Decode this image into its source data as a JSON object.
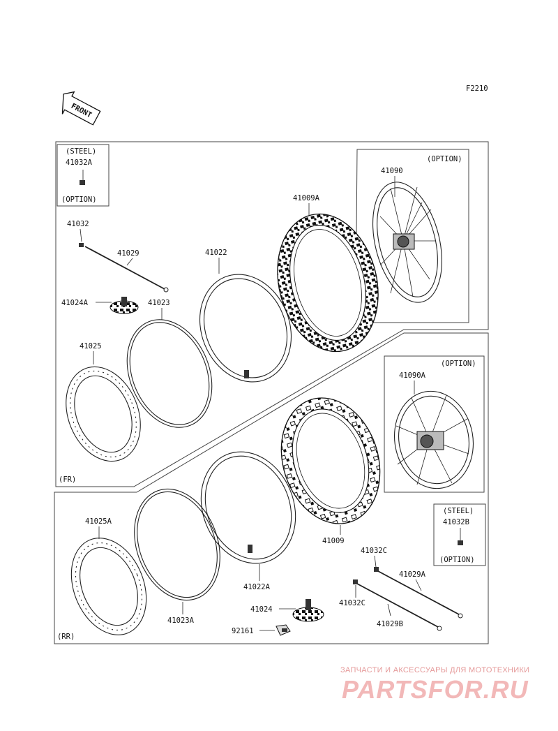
{
  "figure_code": "F2210",
  "front_label": "FRONT",
  "colors": {
    "line": "#222222",
    "watermark": "#e59a9a",
    "background": "#ffffff"
  },
  "notes": {
    "steel": "(STEEL)",
    "option": "(OPTION)",
    "front_section": "(FR)",
    "rear_section": "(RR)"
  },
  "parts": {
    "p41032A": "41032A",
    "p41032": "41032",
    "p41029": "41029",
    "p41024A": "41024A",
    "p41023": "41023",
    "p41025": "41025",
    "p41022": "41022",
    "p41009A": "41009A",
    "p41090": "41090",
    "p41090A": "41090A",
    "p41009": "41009",
    "p41025A": "41025A",
    "p41023A": "41023A",
    "p41022A": "41022A",
    "p41024": "41024",
    "p92161": "92161",
    "p41032C_1": "41032C",
    "p41032C_2": "41032C",
    "p41029A": "41029A",
    "p41029B": "41029B",
    "p41032B": "41032B"
  },
  "watermark": {
    "tagline": "ЗАПЧАСТИ И АКСЕССУАРЫ ДЛЯ МОТОТЕХНИКИ",
    "logo": "PARTSFOR.RU"
  }
}
